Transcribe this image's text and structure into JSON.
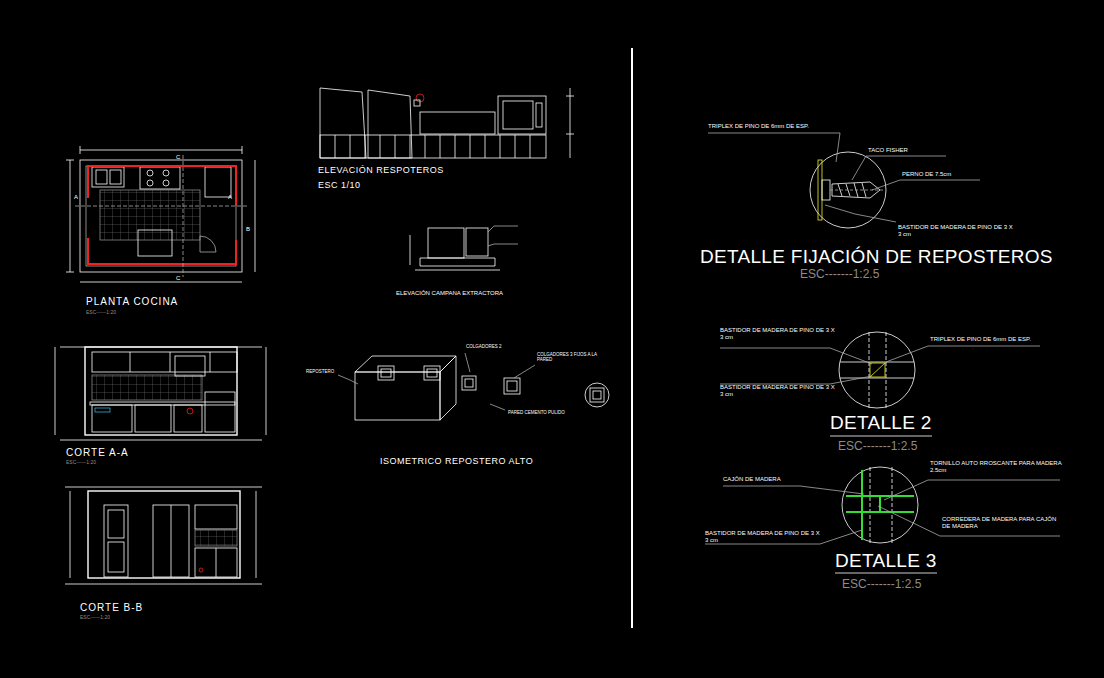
{
  "diagram": {
    "labels": [
      "PLANTA COCINA",
      "ESC------1:20",
      "ELEVACIÓN RESPOTEROS",
      "ESC 1/10",
      "ELEVACIÓN CAMPANA EXTRACTORA",
      "CORTE A-A",
      "ESC------1:20",
      "ISOMETRICO REPOSTERO ALTO",
      "COLGADORES 2",
      "COLGADORES 3 FIJOS A LA PARED",
      "PARED CEMENTO PULIDO",
      "REPOSTERO",
      "CORTE B-B",
      "ESC------1:20",
      "TRIPLEX DE PINO DE 6mm DE ESP.",
      "TACO FISHER",
      "PERNO DE 7.5cm",
      "BASTIDOR DE MADERA DE PINO DE 3 X 3 cm",
      "DETALLE FIJACIÓN DE REPOSTEROS",
      "ESC-------1:2.5",
      "BASTIDOR DE MADERA DE PINO DE 3 X 3 cm",
      "TRIPLEX DE PINO DE 6mm DE ESP.",
      "BASTIDOR DE MADERA DE PINO DE 3 X 3 cm",
      "DETALLE 2",
      "ESC-------1:2.5",
      "CAJÓN DE MADERA",
      "TORNILLO AUTO RROSCANTE PARA MADERA 2.5cm",
      "CORREDERA DE MADERA PARA CAJÓN DE MADERA",
      "BASTIDOR DE MADERA DE PINO DE 3 X 3 cm",
      "DETALLE 3",
      "ESC-------1:2.5",
      "A",
      "A",
      "B",
      "C",
      "C"
    ]
  }
}
